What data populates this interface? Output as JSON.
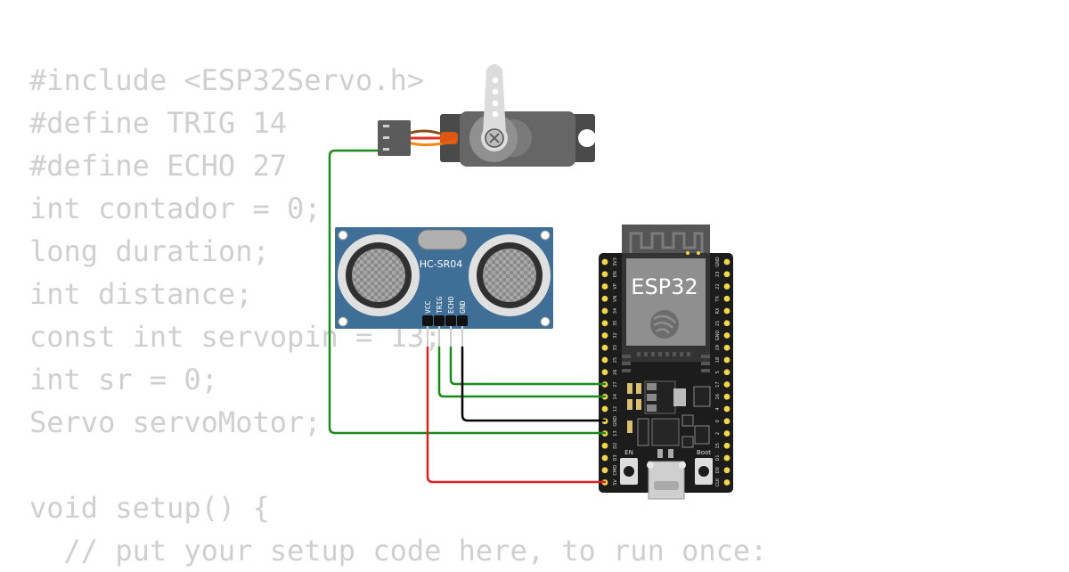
{
  "code_lines": [
    "#include <ESP32Servo.h>",
    "#define TRIG 14",
    "#define ECHO 27",
    "int contador = 0;",
    "long duration;",
    "int distance;",
    "const int servopin = 13;",
    "int sr = 0;",
    "Servo servoMotor;",
    "",
    "void setup() {",
    "  // put your setup code here, to run once:"
  ],
  "sensor": {
    "label": "HC-SR04",
    "pins": [
      "VCC",
      "TRIG",
      "ECHO",
      "GND"
    ]
  },
  "board": {
    "label": "ESP32",
    "en_label": "EN",
    "boot_label": "Boot",
    "left_pins": [
      "3V3",
      "EN",
      "VP",
      "VN",
      "34",
      "35",
      "32",
      "33",
      "25",
      "26",
      "27",
      "14",
      "12",
      "GND",
      "13",
      "D2",
      "D3",
      "CMD",
      "5V"
    ],
    "right_pins": [
      "GND",
      "23",
      "22",
      "TX",
      "RX",
      "21",
      "GND",
      "19",
      "18",
      "5",
      "17",
      "16",
      "4",
      "0",
      "2",
      "15",
      "D1",
      "D0",
      "CLK"
    ]
  },
  "colors": {
    "code_text": "#cfcfcf",
    "wire_green": "#1a8a1a",
    "wire_red": "#e02020",
    "wire_black": "#000000",
    "sensor_blue": "#3f6e97",
    "board_black": "#1c1c1c",
    "servo_gray": "#666666",
    "pin_gold": "#f2d74a"
  }
}
